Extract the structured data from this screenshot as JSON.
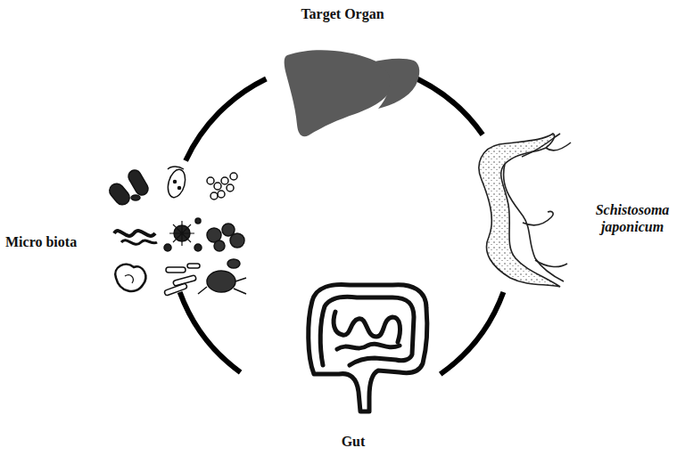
{
  "diagram": {
    "labels": [
      "Target Organ",
      "Schistosoma japonicum",
      "Micro biota",
      "Gut"
    ]
  }
}
